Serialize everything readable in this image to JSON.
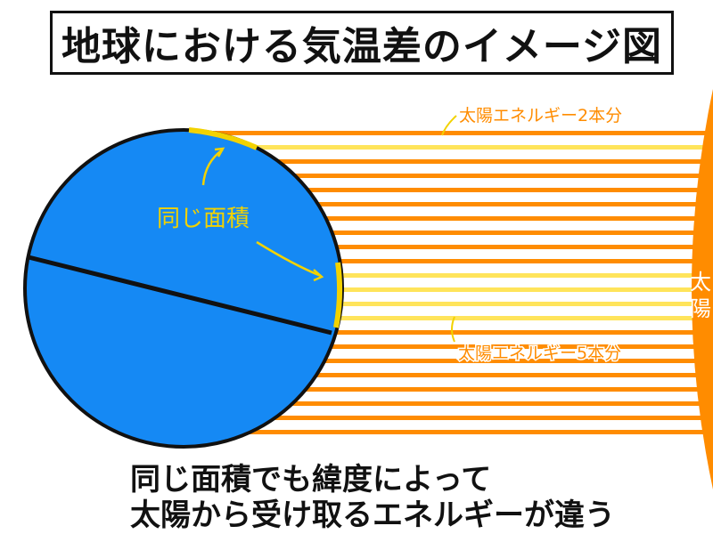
{
  "title": "地球における気温差のイメージ図",
  "labels": {
    "sun_top": "太",
    "sun_bottom": "陽",
    "equal_area": "同じ面積",
    "energy_2": "太陽エネルギー2本分",
    "energy_5": "太陽エネルギー5本分"
  },
  "caption": {
    "line1": "同じ面積でも緯度によって",
    "line2": "太陽から受け取るエネルギーが違う"
  },
  "colors": {
    "earth": "#1589f4",
    "sun": "#ff8c00",
    "ray_orange": "#ff8c00",
    "ray_yellow": "#ffe45a",
    "label_yellow": "#f2d200",
    "outline": "#111111"
  }
}
